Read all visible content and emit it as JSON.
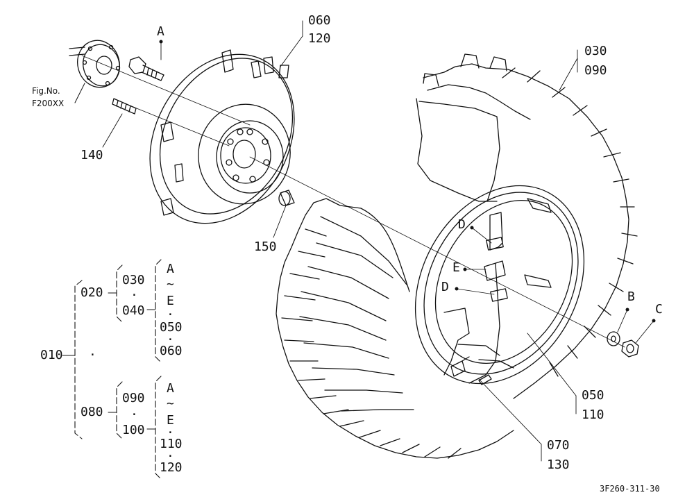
{
  "diagram": {
    "figure_ref": {
      "line1": "Fig.No.",
      "line2": "F200XX"
    },
    "drawing_number": "3F260-311-30",
    "callouts": {
      "c060": "060",
      "c120": "120",
      "c030": "030",
      "c090": "090",
      "c140": "140",
      "c150": "150",
      "c050": "050",
      "c110": "110",
      "c070": "070",
      "c130": "130"
    },
    "letters": {
      "A": "A",
      "B": "B",
      "C": "C",
      "D1": "D",
      "D2": "D",
      "E": "E"
    },
    "tree": {
      "root": "010",
      "root_dot": "·",
      "branch1": {
        "code": "020",
        "children": [
          "030",
          "·",
          "040"
        ],
        "range": [
          "A",
          "~",
          "E",
          "·",
          "050",
          "·",
          "060"
        ]
      },
      "branch2": {
        "code": "080",
        "children": [
          "090",
          "·",
          "100"
        ],
        "range": [
          "A",
          "~",
          "E",
          "·",
          "110",
          "·",
          "120"
        ]
      }
    }
  }
}
